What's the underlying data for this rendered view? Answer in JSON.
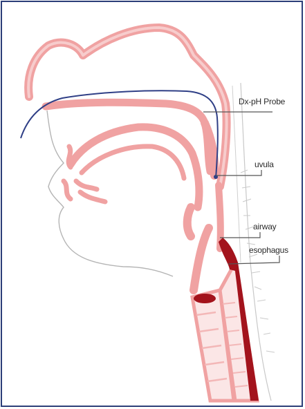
{
  "labels": {
    "probe": "Dx-pH Probe",
    "uvula": "uvula",
    "airway": "airway",
    "esophagus": "esophagus"
  },
  "colors": {
    "border": "#2b3e78",
    "tissue": "#f0a2a2",
    "tissue_light": "#f7cccc",
    "esophagus_dark": "#a3131c",
    "probe_line": "#2f3f86",
    "outline": "#b4b4b4",
    "leader": "#555555"
  }
}
